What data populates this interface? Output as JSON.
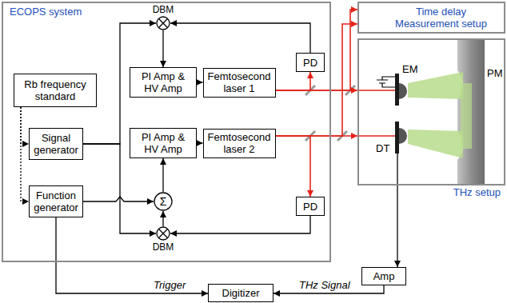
{
  "diagram": {
    "nodes": [
      {
        "text": [
          "ECOPS system"
        ]
      },
      {
        "text": [
          "DBM"
        ],
        "in": 0
      },
      {
        "text": [
          "Rb frequency standard"
        ],
        "in": 0
      },
      {
        "text": [
          "PI Amp & HV Amp"
        ],
        "in": 0
      },
      {
        "text": [
          "Femtosecond laser 1"
        ],
        "in": 0
      },
      {
        "text": [
          "PD"
        ],
        "in": 0
      },
      {
        "text": [
          "Signal generator"
        ],
        "in": 0
      },
      {
        "text": [
          "PI Amp & HV Amp"
        ],
        "in": 0
      },
      {
        "text": [
          "Femtosecond laser 2"
        ],
        "in": 0
      },
      {
        "text": [
          "Function generator"
        ],
        "in": 0
      },
      {
        "text": [
          "Σ"
        ],
        "in": 0
      },
      {
        "text": [
          "PD"
        ],
        "in": 0
      },
      {
        "text": [
          "DBM"
        ],
        "in": 0
      },
      {
        "text": [
          "Time delay Measurement setup"
        ]
      },
      {
        "text": [
          "THz setup"
        ]
      },
      {
        "text": [
          "Amp"
        ]
      },
      {
        "text": [
          "Digitizer"
        ]
      }
    ],
    "edges": [
      {
        "from": 1,
        "to": 3,
        "arrow": "to"
      },
      {
        "from": 3,
        "to": 4,
        "arrow": "to"
      },
      {
        "from": 4,
        "to": 5,
        "arrow": "to"
      },
      {
        "from": 5,
        "to": 1,
        "arrow": "to"
      },
      {
        "from": 2,
        "to": 6,
        "arrow": "to"
      },
      {
        "from": 2,
        "to": 9,
        "arrow": "to"
      },
      {
        "from": 6,
        "to": 1,
        "arrow": "to"
      },
      {
        "from": 6,
        "to": 12,
        "arrow": "to"
      },
      {
        "from": 9,
        "to": 10,
        "arrow": "to"
      },
      {
        "from": 12,
        "to": 10,
        "arrow": "to"
      },
      {
        "from": 10,
        "to": 7,
        "arrow": "to"
      },
      {
        "from": 7,
        "to": 8,
        "arrow": "to"
      },
      {
        "from": 8,
        "to": 11,
        "arrow": "to"
      },
      {
        "from": 11,
        "to": 12,
        "arrow": "to"
      },
      {
        "from": 4,
        "to": 13,
        "arrow": "to"
      },
      {
        "from": 8,
        "to": 13,
        "arrow": "to"
      },
      {
        "from": 4,
        "to": 14,
        "arrow": "to"
      },
      {
        "from": 8,
        "to": 14,
        "arrow": "to"
      },
      {
        "from": 14,
        "to": 15,
        "arrow": "to"
      },
      {
        "from": 15,
        "to": 16,
        "arrow": "to",
        "label": "THz Signal"
      },
      {
        "from": 9,
        "to": 16,
        "arrow": "to",
        "label": "Trigger"
      }
    ],
    "labels": [
      "EM",
      "PM",
      "DT"
    ]
  }
}
